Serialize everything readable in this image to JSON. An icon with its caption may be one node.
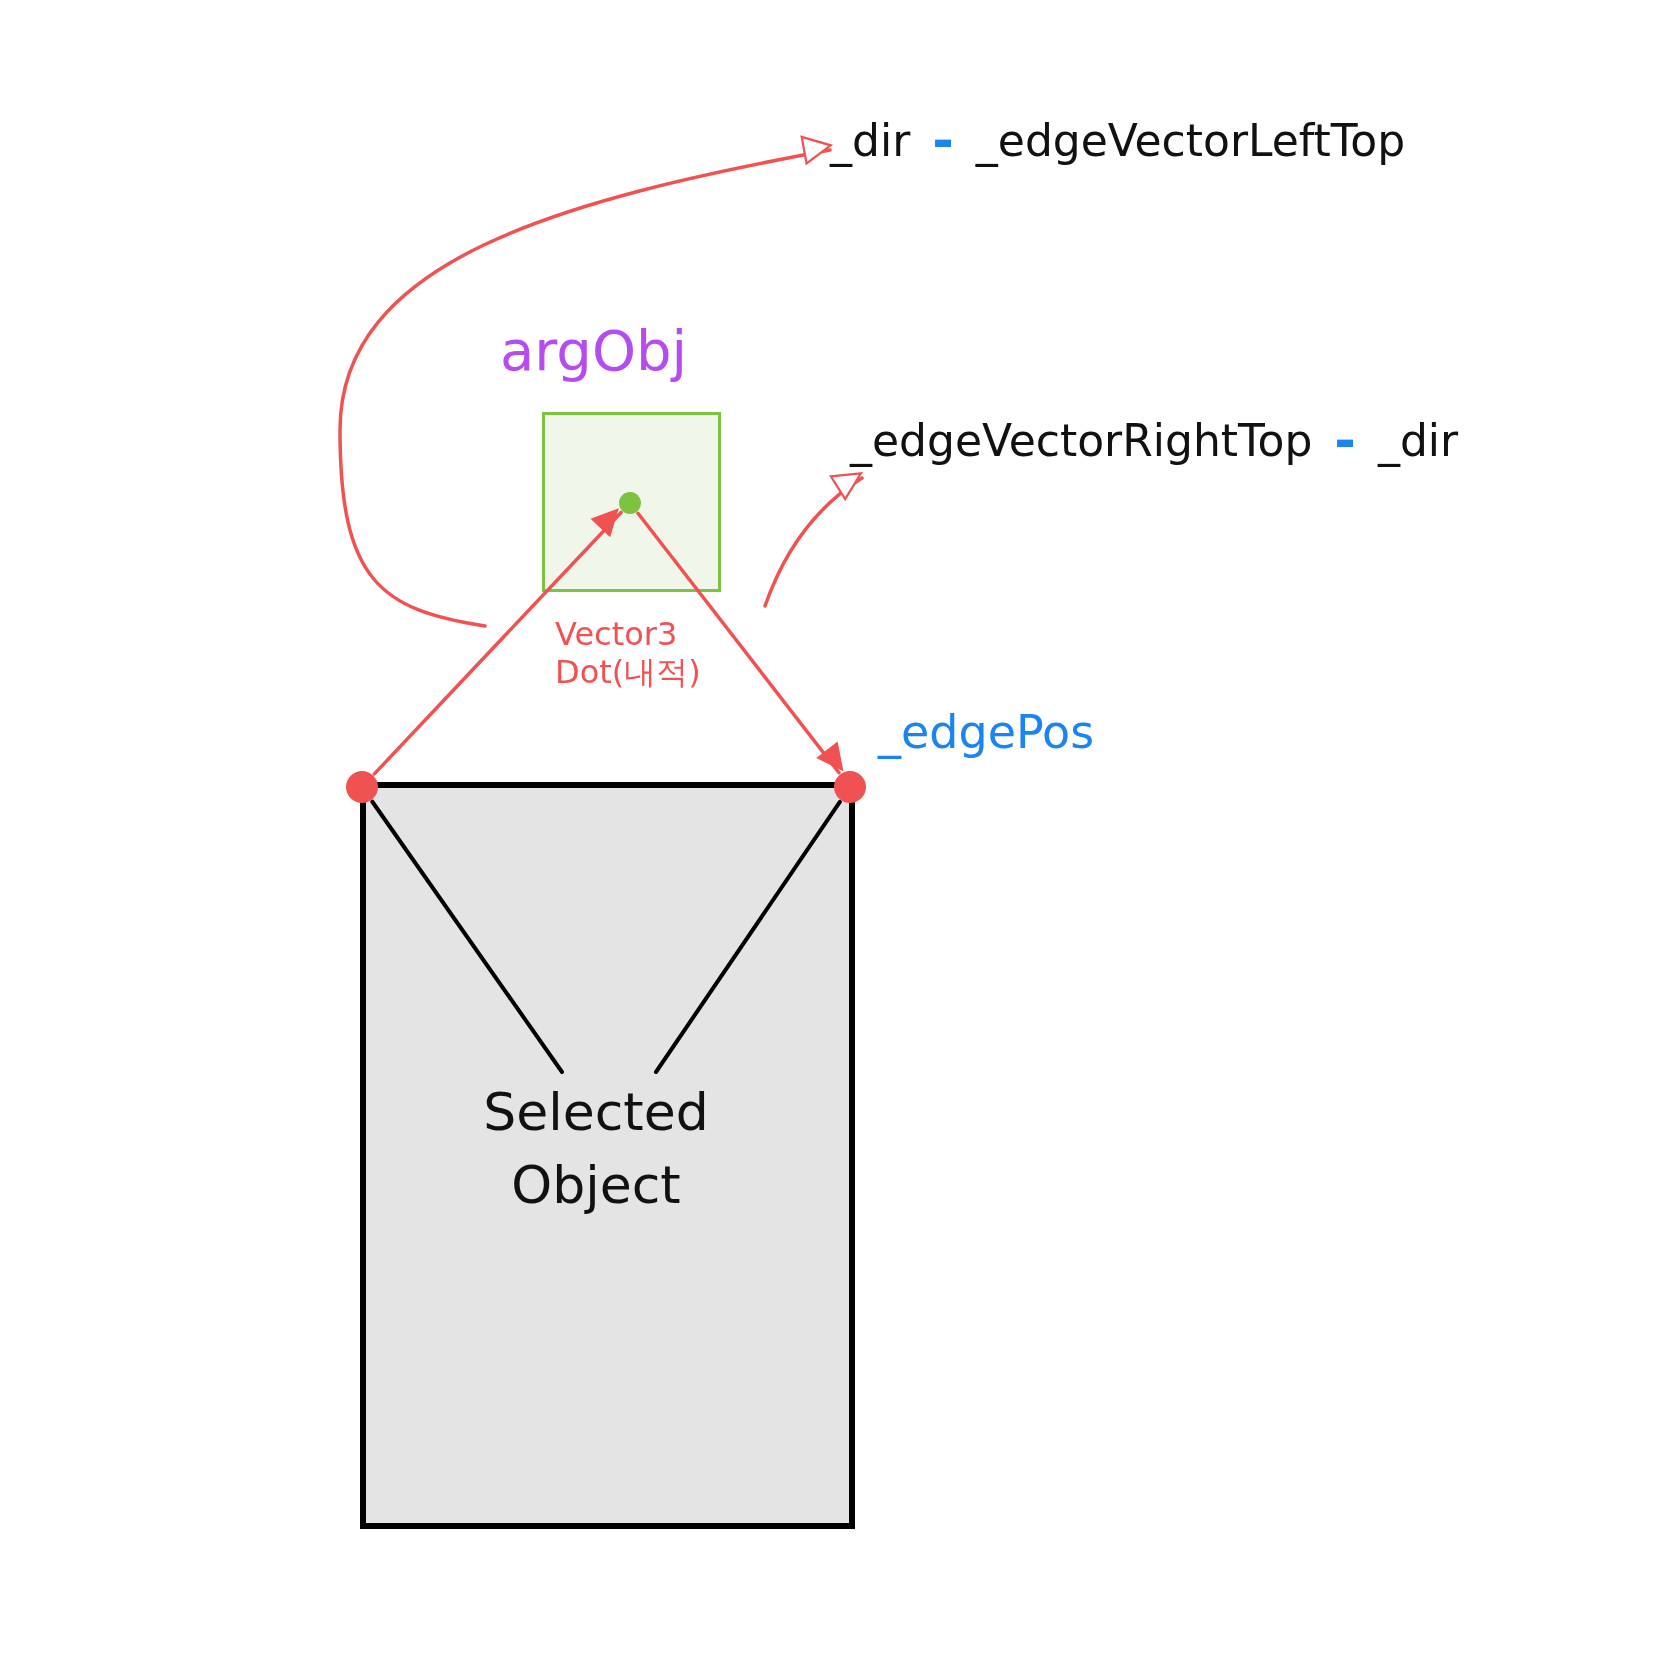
{
  "diagram": {
    "nodes": [
      {
        "text": [
          "_dir",
          "-",
          "_edgeVectorLeftTop"
        ]
      },
      {
        "text": [
          "argObj"
        ]
      },
      {
        "text": [],
        "shape": "circle",
        "in": 1
      },
      {
        "text": [
          "_edgeVectorRightTop",
          "-",
          "_dir"
        ]
      },
      {
        "text": [],
        "shape": "box"
      },
      {
        "text": [
          "Selected Object"
        ],
        "in": 4
      },
      {
        "text": [],
        "shape": "circle"
      },
      {
        "text": [],
        "shape": "circle"
      }
    ],
    "edges": [
      {
        "from": null,
        "to": 0,
        "arrow": "to"
      },
      {
        "from": 6,
        "to": 2,
        "arrow": "to"
      },
      {
        "from": 2,
        "to": 7,
        "arrow": "to"
      },
      {
        "from": null,
        "to": 3,
        "arrow": "to"
      },
      {
        "from": 6,
        "to": 5,
        "arrow": "none",
        "color": "#000000"
      },
      {
        "from": 7,
        "to": 5,
        "arrow": "none",
        "color": "#000000"
      }
    ],
    "labels": [
      "Vector3 Dot(내적)",
      "_edgePos"
    ]
  }
}
